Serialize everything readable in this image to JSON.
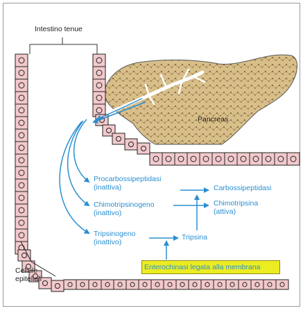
{
  "labels": {
    "small_intestine": "Intestino tenue",
    "pancreas": "Pancreas",
    "epithelial_cells": "Cellule\nepiteliali",
    "procarboxypeptidase": "Procarbossipeptidasi\n(inattiva)",
    "chymotrypsinogen": "Chimotripsinogeno\n(inattivo)",
    "trypsinogen": "Tripsinogeno\n(inattivo)",
    "carboxypeptidase": "Carbossipeptidasi",
    "chymotrypsin": "Chimotripsina\n(attiva)",
    "trypsin": "Tripsina",
    "enterokinase": "Enterochinasi legata alla membrana"
  },
  "colors": {
    "cell_fill": "#f2c9cc",
    "cell_border": "#222222",
    "pancreas_fill": "#d8bf8a",
    "duct": "#ffffff",
    "arrow": "#2a8fd0",
    "enzyme_box": "#ecec22"
  }
}
